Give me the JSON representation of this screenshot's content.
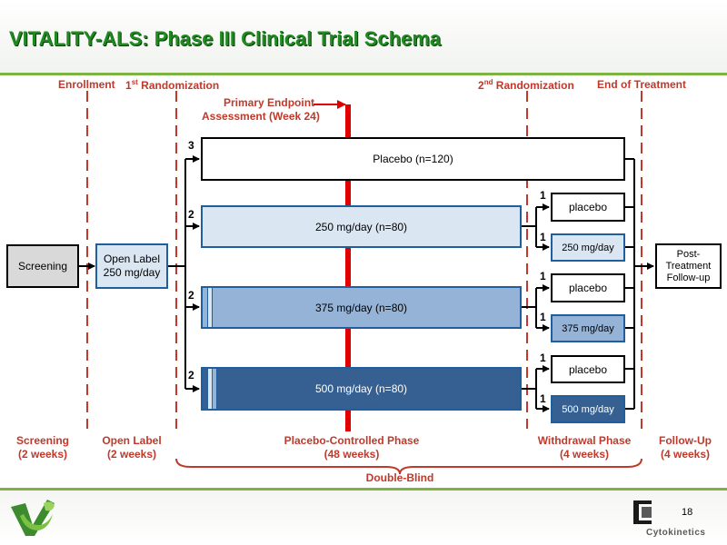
{
  "header": {
    "title": "VITALITY-ALS: Phase III Clinical Trial Schema"
  },
  "timeline_labels": {
    "enrollment": "Enrollment",
    "randomization_1_main": "1",
    "randomization_1_sup": "st",
    "randomization_1_rest": " Randomization",
    "randomization_2_main": "2",
    "randomization_2_sup": "nd",
    "randomization_2_rest": " Randomization",
    "end_of_treatment": "End of Treatment",
    "primary_endpoint_line1": "Primary Endpoint",
    "primary_endpoint_line2": "Assessment (Week 24)"
  },
  "boxes": {
    "screening": "Screening",
    "open_label_line1": "Open Label",
    "open_label_line2": "250 mg/day",
    "post_line1": "Post-",
    "post_line2": "Treatment",
    "post_line3": "Follow-up"
  },
  "arms": [
    {
      "label": "Placebo (n=120)",
      "ratio": "3"
    },
    {
      "label": "250 mg/day (n=80)",
      "ratio": "2"
    },
    {
      "label": "375 mg/day (n=80)",
      "ratio": "2"
    },
    {
      "label": "500 mg/day (n=80)",
      "ratio": "2"
    }
  ],
  "withdrawal": [
    {
      "placebo": "placebo",
      "active": "250 mg/day",
      "ratio_placebo": "1",
      "ratio_active": "1"
    },
    {
      "placebo": "placebo",
      "active": "375 mg/day",
      "ratio_placebo": "1",
      "ratio_active": "1"
    },
    {
      "placebo": "placebo",
      "active": "500 mg/day",
      "ratio_placebo": "1",
      "ratio_active": "1"
    }
  ],
  "phases": [
    {
      "line1": "Screening",
      "line2": "(2 weeks)"
    },
    {
      "line1": "Open Label",
      "line2": "(2 weeks)"
    },
    {
      "line1": "Placebo-Controlled Phase",
      "line2": "(48 weeks)"
    },
    {
      "line1": "Withdrawal Phase",
      "line2": "(4 weeks)"
    },
    {
      "line1": "Follow-Up",
      "line2": "(4 weeks)"
    }
  ],
  "double_blind": "Double-Blind",
  "footer": {
    "page_number": "18",
    "company": "Cytokinetics"
  },
  "colors": {
    "title_green": "#1f8a1f",
    "label_red": "#c0392b",
    "arm_250": "#dbe6f3",
    "arm_375": "#95b3d7",
    "arm_500": "#376092",
    "primary_endpoint_line": "#e00000"
  }
}
